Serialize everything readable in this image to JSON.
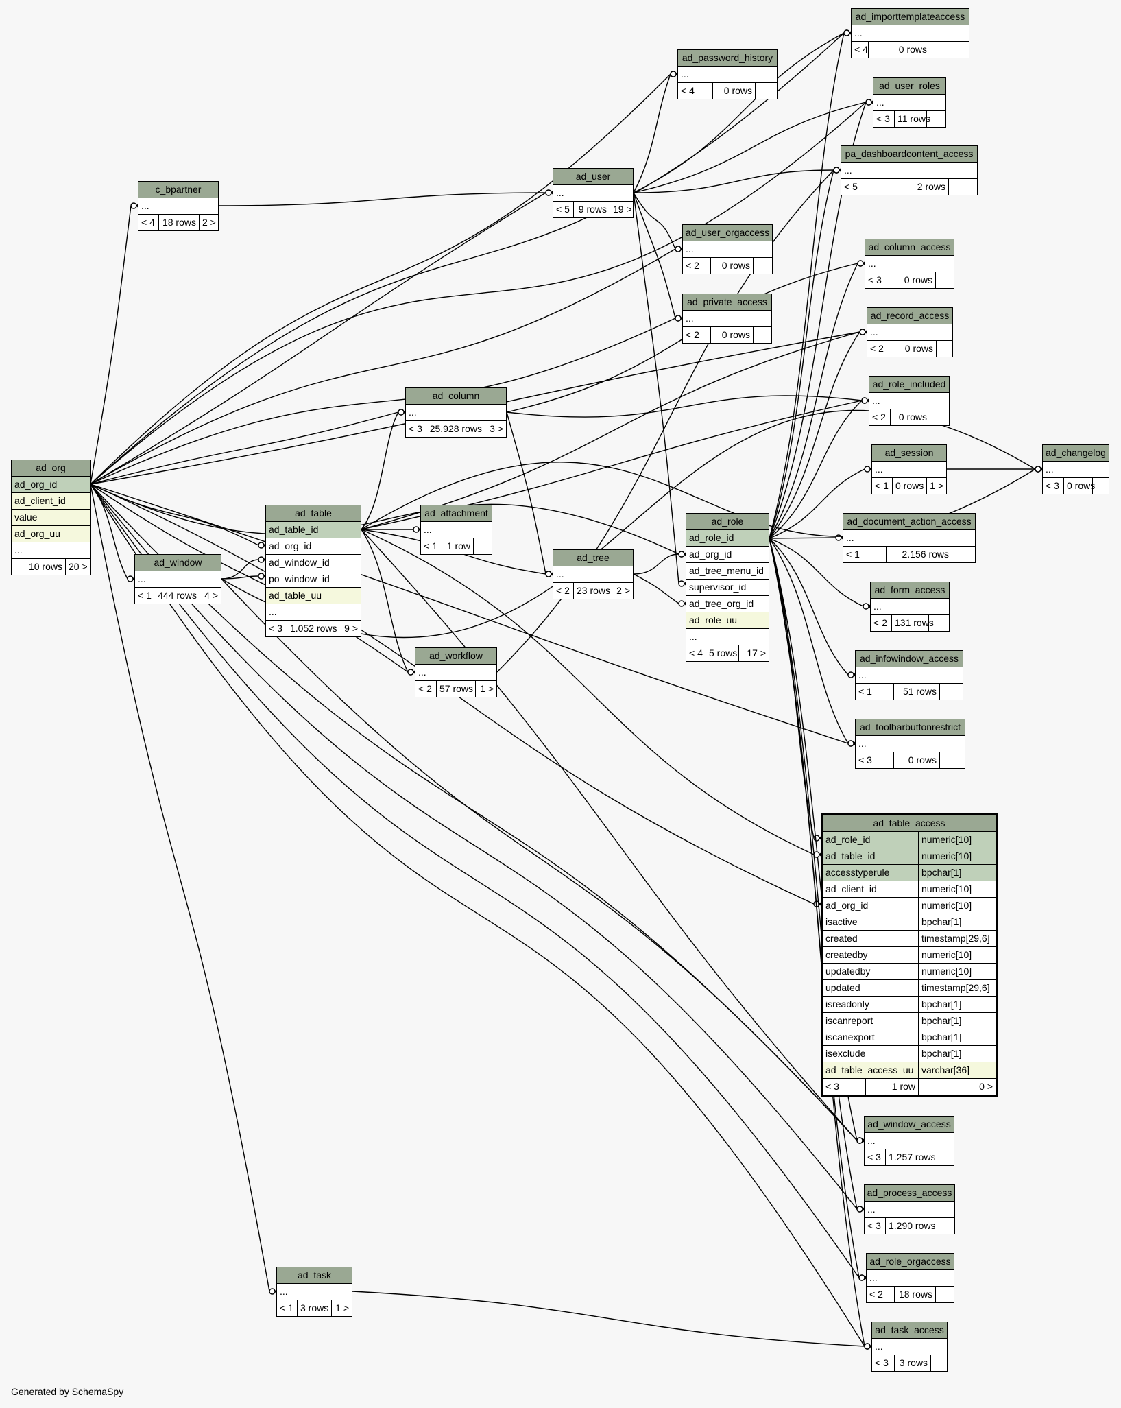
{
  "footer": "Generated by SchemaSpy",
  "colors": {
    "header": "#9aa893",
    "pk": "#bfd0b9",
    "indexed": "#f5f8dd",
    "background": "#f7f7f7"
  },
  "tables": {
    "ad_importtemplateaccess": {
      "name": "ad_importtemplateaccess",
      "rows": [
        {
          "text": "...",
          "type": "dots"
        }
      ],
      "parents": "< 4",
      "count": "0 rows",
      "children": ""
    },
    "ad_password_history": {
      "name": "ad_password_history",
      "rows": [
        {
          "text": "...",
          "type": "dots"
        }
      ],
      "parents": "< 4",
      "count": "0 rows",
      "children": ""
    },
    "ad_user_roles": {
      "name": "ad_user_roles",
      "rows": [
        {
          "text": "...",
          "type": "dots"
        }
      ],
      "parents": "< 3",
      "count": "11 rows",
      "children": ""
    },
    "pa_dashboardcontent_access": {
      "name": "pa_dashboardcontent_access",
      "rows": [
        {
          "text": "...",
          "type": "dots"
        }
      ],
      "parents": "< 5",
      "count": "2 rows",
      "children": ""
    },
    "c_bpartner": {
      "name": "c_bpartner",
      "rows": [
        {
          "text": "...",
          "type": "dots"
        }
      ],
      "parents": "< 4",
      "count": "18 rows",
      "children": "2 >"
    },
    "ad_user": {
      "name": "ad_user",
      "rows": [
        {
          "text": "...",
          "type": "dots"
        }
      ],
      "parents": "< 5",
      "count": "9 rows",
      "children": "19 >"
    },
    "ad_user_orgaccess": {
      "name": "ad_user_orgaccess",
      "rows": [
        {
          "text": "...",
          "type": "dots"
        }
      ],
      "parents": "< 2",
      "count": "0 rows",
      "children": ""
    },
    "ad_column_access": {
      "name": "ad_column_access",
      "rows": [
        {
          "text": "...",
          "type": "dots"
        }
      ],
      "parents": "< 3",
      "count": "0 rows",
      "children": ""
    },
    "ad_private_access": {
      "name": "ad_private_access",
      "rows": [
        {
          "text": "...",
          "type": "dots"
        }
      ],
      "parents": "< 2",
      "count": "0 rows",
      "children": ""
    },
    "ad_record_access": {
      "name": "ad_record_access",
      "rows": [
        {
          "text": "...",
          "type": "dots"
        }
      ],
      "parents": "< 2",
      "count": "0 rows",
      "children": ""
    },
    "ad_column": {
      "name": "ad_column",
      "rows": [
        {
          "text": "...",
          "type": "dots"
        }
      ],
      "parents": "< 3",
      "count": "25.928 rows",
      "children": "3 >"
    },
    "ad_role_included": {
      "name": "ad_role_included",
      "rows": [
        {
          "text": "...",
          "type": "dots"
        }
      ],
      "parents": "< 2",
      "count": "0 rows",
      "children": ""
    },
    "ad_session": {
      "name": "ad_session",
      "rows": [
        {
          "text": "...",
          "type": "dots"
        }
      ],
      "parents": "< 1",
      "count": "0 rows",
      "children": "1 >"
    },
    "ad_changelog": {
      "name": "ad_changelog",
      "rows": [
        {
          "text": "...",
          "type": "dots"
        }
      ],
      "parents": "< 3",
      "count": "0 rows",
      "children": ""
    },
    "ad_org": {
      "name": "ad_org",
      "rows": [
        {
          "text": "ad_org_id",
          "type": "pk"
        },
        {
          "text": "ad_client_id",
          "type": "idx"
        },
        {
          "text": "value",
          "type": "idx"
        },
        {
          "text": "ad_org_uu",
          "type": "idx"
        },
        {
          "text": "...",
          "type": "dots"
        }
      ],
      "parents": "",
      "count": "10 rows",
      "children": "20 >"
    },
    "ad_table": {
      "name": "ad_table",
      "rows": [
        {
          "text": "ad_table_id",
          "type": "pk"
        },
        {
          "text": "ad_org_id",
          "type": "fk"
        },
        {
          "text": "ad_window_id",
          "type": "fk"
        },
        {
          "text": "po_window_id",
          "type": "fk"
        },
        {
          "text": "ad_table_uu",
          "type": "idx"
        },
        {
          "text": "...",
          "type": "dots"
        }
      ],
      "parents": "< 3",
      "count": "1.052 rows",
      "children": "9 >"
    },
    "ad_attachment": {
      "name": "ad_attachment",
      "rows": [
        {
          "text": "...",
          "type": "dots"
        }
      ],
      "parents": "< 1",
      "count": "1 row",
      "children": ""
    },
    "ad_role": {
      "name": "ad_role",
      "rows": [
        {
          "text": "ad_role_id",
          "type": "pk"
        },
        {
          "text": "ad_org_id",
          "type": "fk"
        },
        {
          "text": "ad_tree_menu_id",
          "type": "fk"
        },
        {
          "text": "supervisor_id",
          "type": "fk"
        },
        {
          "text": "ad_tree_org_id",
          "type": "fk"
        },
        {
          "text": "ad_role_uu",
          "type": "idx"
        },
        {
          "text": "...",
          "type": "dots"
        }
      ],
      "parents": "< 4",
      "count": "5 rows",
      "children": "17 >"
    },
    "ad_document_action_access": {
      "name": "ad_document_action_access",
      "rows": [
        {
          "text": "...",
          "type": "dots"
        }
      ],
      "parents": "< 1",
      "count": "2.156 rows",
      "children": ""
    },
    "ad_window": {
      "name": "ad_window",
      "rows": [
        {
          "text": "...",
          "type": "dots"
        }
      ],
      "parents": "< 1",
      "count": "444 rows",
      "children": "4 >"
    },
    "ad_tree": {
      "name": "ad_tree",
      "rows": [
        {
          "text": "...",
          "type": "dots"
        }
      ],
      "parents": "< 2",
      "count": "23 rows",
      "children": "2 >"
    },
    "ad_form_access": {
      "name": "ad_form_access",
      "rows": [
        {
          "text": "...",
          "type": "dots"
        }
      ],
      "parents": "< 2",
      "count": "131 rows",
      "children": ""
    },
    "ad_workflow": {
      "name": "ad_workflow",
      "rows": [
        {
          "text": "...",
          "type": "dots"
        }
      ],
      "parents": "< 2",
      "count": "57 rows",
      "children": "1 >"
    },
    "ad_infowindow_access": {
      "name": "ad_infowindow_access",
      "rows": [
        {
          "text": "...",
          "type": "dots"
        }
      ],
      "parents": "< 1",
      "count": "51 rows",
      "children": ""
    },
    "ad_toolbarbuttonrestrict": {
      "name": "ad_toolbarbuttonrestrict",
      "rows": [
        {
          "text": "...",
          "type": "dots"
        }
      ],
      "parents": "< 3",
      "count": "0 rows",
      "children": ""
    },
    "ad_window_access": {
      "name": "ad_window_access",
      "rows": [
        {
          "text": "...",
          "type": "dots"
        }
      ],
      "parents": "< 3",
      "count": "1.257 rows",
      "children": ""
    },
    "ad_process_access": {
      "name": "ad_process_access",
      "rows": [
        {
          "text": "...",
          "type": "dots"
        }
      ],
      "parents": "< 3",
      "count": "1.290 rows",
      "children": ""
    },
    "ad_role_orgaccess": {
      "name": "ad_role_orgaccess",
      "rows": [
        {
          "text": "...",
          "type": "dots"
        }
      ],
      "parents": "< 2",
      "count": "18 rows",
      "children": ""
    },
    "ad_task": {
      "name": "ad_task",
      "rows": [
        {
          "text": "...",
          "type": "dots"
        }
      ],
      "parents": "< 1",
      "count": "3 rows",
      "children": "1 >"
    },
    "ad_task_access": {
      "name": "ad_task_access",
      "rows": [
        {
          "text": "...",
          "type": "dots"
        }
      ],
      "parents": "< 3",
      "count": "3 rows",
      "children": ""
    },
    "ad_table_access": {
      "name": "ad_table_access",
      "columns": [
        {
          "text": "ad_role_id",
          "datatype": "numeric[10]",
          "type": "pk"
        },
        {
          "text": "ad_table_id",
          "datatype": "numeric[10]",
          "type": "pk"
        },
        {
          "text": "accesstyperule",
          "datatype": "bpchar[1]",
          "type": "pk"
        },
        {
          "text": "ad_client_id",
          "datatype": "numeric[10]",
          "type": "plain"
        },
        {
          "text": "ad_org_id",
          "datatype": "numeric[10]",
          "type": "plain"
        },
        {
          "text": "isactive",
          "datatype": "bpchar[1]",
          "type": "plain"
        },
        {
          "text": "created",
          "datatype": "timestamp[29,6]",
          "type": "plain"
        },
        {
          "text": "createdby",
          "datatype": "numeric[10]",
          "type": "plain"
        },
        {
          "text": "updatedby",
          "datatype": "numeric[10]",
          "type": "plain"
        },
        {
          "text": "updated",
          "datatype": "timestamp[29,6]",
          "type": "plain"
        },
        {
          "text": "isreadonly",
          "datatype": "bpchar[1]",
          "type": "plain"
        },
        {
          "text": "iscanreport",
          "datatype": "bpchar[1]",
          "type": "plain"
        },
        {
          "text": "iscanexport",
          "datatype": "bpchar[1]",
          "type": "plain"
        },
        {
          "text": "isexclude",
          "datatype": "bpchar[1]",
          "type": "plain"
        },
        {
          "text": "ad_table_access_uu",
          "datatype": "varchar[36]",
          "type": "idx"
        }
      ],
      "parents": "< 3",
      "count": "1 row",
      "children": "0 >"
    }
  }
}
